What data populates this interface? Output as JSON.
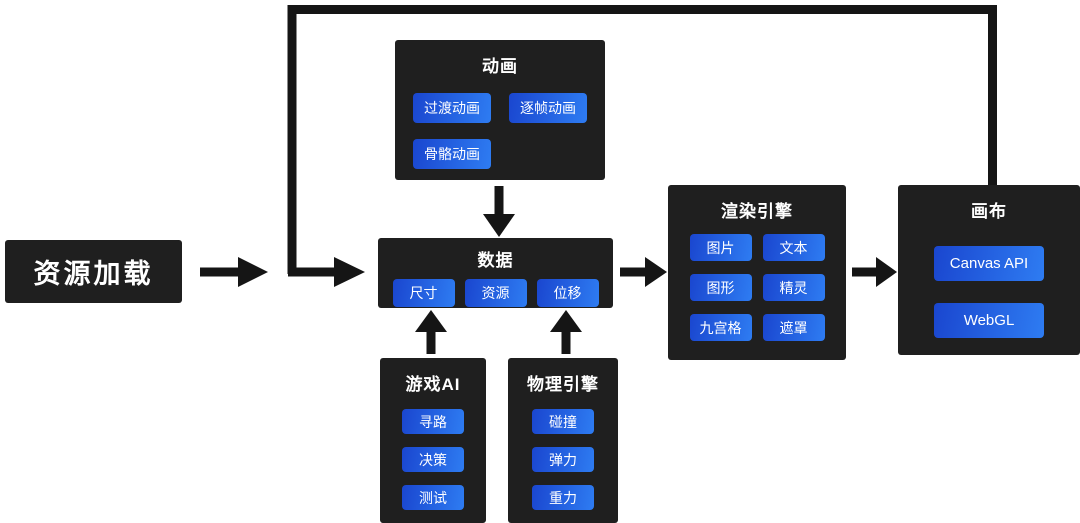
{
  "diagram": {
    "resource_loading": {
      "title": "资源加载"
    },
    "animation": {
      "title": "动画",
      "chips": [
        "过渡动画",
        "逐帧动画",
        "骨骼动画"
      ]
    },
    "data_node": {
      "title": "数据",
      "chips": [
        "尺寸",
        "资源",
        "位移"
      ]
    },
    "game_ai": {
      "title": "游戏AI",
      "chips": [
        "寻路",
        "决策",
        "测试"
      ]
    },
    "physics_engine": {
      "title": "物理引擎",
      "chips": [
        "碰撞",
        "弹力",
        "重力"
      ]
    },
    "render_engine": {
      "title": "渲染引擎",
      "chips": [
        "图片",
        "文本",
        "图形",
        "精灵",
        "九宫格",
        "遮罩"
      ]
    },
    "canvas": {
      "title": "画布",
      "chips": [
        "Canvas API",
        "WebGL"
      ]
    }
  },
  "colors": {
    "background": "#ffffff",
    "box_bg": "#1f1f1f",
    "chip_gradient_start": "#1a46cf",
    "chip_gradient_end": "#2e7cf2",
    "arrow": "#151515",
    "text": "#ffffff"
  }
}
